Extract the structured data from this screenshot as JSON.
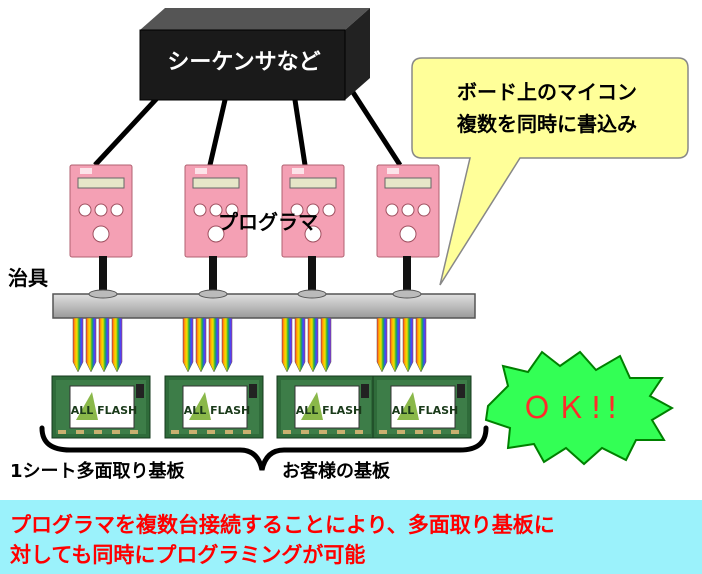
{
  "sequencer": {
    "label": "シーケンサなど"
  },
  "callout": {
    "line1": "ボード上のマイコン",
    "line2": "複数を同時に書込み"
  },
  "programmer": {
    "label": "プログラマ"
  },
  "jig": {
    "label": "治具"
  },
  "board": {
    "logo_text": "ALL FLASH"
  },
  "ok_burst": {
    "label": "ＯＫ!!"
  },
  "brace_labels": {
    "left": "1シート多面取り基板",
    "right": "お客様の基板"
  },
  "footer": {
    "line1": "プログラマを複数台接続することにより、多面取り基板に",
    "line2": "対しても同時にプログラミングが可能"
  },
  "colors": {
    "programmer_body": "#f4a0b4",
    "callout_fill": "#ffff99",
    "ok_fill": "#33ff55",
    "ok_text": "#ff2a2a",
    "footer_bg": "#9bf2fb",
    "footer_text": "#ff0000"
  }
}
